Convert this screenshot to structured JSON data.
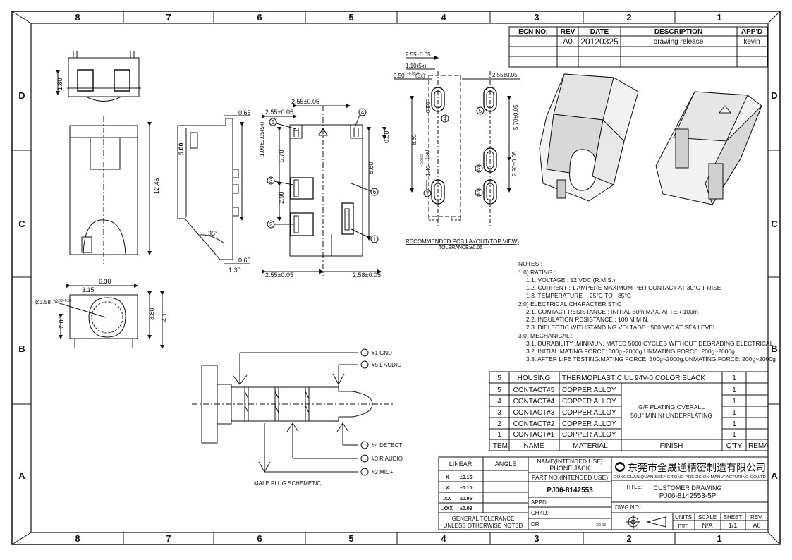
{
  "frame": {
    "cols_top": [
      "8",
      "7",
      "6",
      "5",
      "4",
      "3",
      "2",
      "1"
    ],
    "cols_bottom": [
      "8",
      "7",
      "6",
      "5",
      "4",
      "3",
      "2",
      "1"
    ],
    "rows_left": [
      "D",
      "C",
      "B",
      "A"
    ],
    "rows_right": [
      "D",
      "C",
      "B",
      "A"
    ]
  },
  "revision_table": {
    "headers": [
      "ECN NO.",
      "REV",
      "DATE",
      "DESCRIPTION",
      "APP'D"
    ],
    "row": {
      "ecn": "",
      "rev": "A0",
      "date": "20120325",
      "description": "drawing release",
      "appd": "kevin"
    }
  },
  "dimensions": {
    "d1_80": "1.80",
    "d12_45": "12.45",
    "d0_65a": "0.65",
    "d0_65b": "0.65",
    "d1_30": "1.30",
    "d5_00": "5.00",
    "d1_00x5": "1.00±0.05(5x)",
    "d35": "35°",
    "d6_30": "6.30",
    "d3_15": "3.15",
    "d3_58": "Ø3.58",
    "d3_58_tol": "+0.08 -0.05",
    "d2_00": "2.00",
    "d3_80": "3.80",
    "d4_10": "4.10",
    "f_2_55_top": "2.55±0.05",
    "f_2_55_left": "2.55±0.05",
    "f_5_70": "5.70",
    "f_2_90": "2.90",
    "f_8_60": "8.60",
    "f_0_50": "0.50",
    "f_2_55_bot": "2.55±0.05",
    "f_2_58_bot": "2.58±0.05",
    "p_2_55a": "2.55±0.05",
    "p_1_10": "1.10(5x)",
    "p_0_50": "0.50",
    "p_0_50_tol": "+0.05 0",
    "p_0_50_suffix": "(5x)",
    "p_2_55b": "2.55±0.05",
    "p_0_50v": "0.50",
    "p_8_60": "8.60",
    "p_1_40": "1.40",
    "p_1_40_tol": "+0.05 0",
    "p_1_40_suffix": "(5x)",
    "p_5_70": "5.70±0.05",
    "p_2_90": "2.90±0.05"
  },
  "pin_labels": {
    "p1": "1",
    "p2": "2",
    "p3": "3",
    "p4": "4",
    "p5": "5",
    "p6": "6"
  },
  "pcb": {
    "title": "RECOMMENDED PCB LAYOUT(TOP VIEW)",
    "tolerance": "TOLERANCE:±0.05"
  },
  "notes": {
    "title": "NOTES :",
    "lines": [
      "1.0) RATING :",
      "1.1. VOLTAGE : 12 VDC (R.M.S.)",
      "1.2. CURRENT : 1 AMPERE MAXIMUM PER CONTACT AT 30°C  T-RISE",
      "1.3. TEMPERATURE : -25°C TO +85°C",
      "2.0) ELECTRICAL CHARACTERISTIC",
      "2.1. CONTACT RESISTANCE : INITIAL 50m MAX. AFTER 100m",
      "2.2. INSULATION RESISTANCE : 100 M  MIN.",
      "2.3. DIELECTIC WITHSTANDING VOLTAGE : 500 VAC AT SEA LEVEL",
      "3.0) MECHANICAL :",
      "3.1. DURABILITY ,MINIMUN: MATED 5000 CYCLES WITHOUT DEGRADING ELECTRICAL",
      "3.2. INITIAL:MATING FORCE: 300g~2000g.UNMATING FORCE: 200g~2000g",
      "3.3. AFTER LIFE TESTING:MATING FORCE: 300g~2000g.UNMATING FORCE: 200g~2000g"
    ]
  },
  "plug": {
    "caption": "MALE PLUG SCHEMETIC",
    "labels": [
      "#1 GND",
      "#5 L AUDIO",
      "#4 DETECT",
      "#3 R AUDIO",
      "#2 MIC+"
    ]
  },
  "bom": {
    "headers": [
      "ITEM",
      "NAME",
      "MATERIAL",
      "FINISH",
      "Q'TY",
      "REMA"
    ],
    "rows": [
      {
        "item": "5",
        "name": "HOUSING",
        "material": "THERMOPLASTIC,UL 94V-0,COLOR:BLACK",
        "qty": "1"
      },
      {
        "item": "5",
        "name": "CONTACT#5",
        "material": "COPPER ALLOY",
        "qty": "1"
      },
      {
        "item": "4",
        "name": "CONTACT#4",
        "material": "COPPER ALLOY",
        "qty": "1"
      },
      {
        "item": "3",
        "name": "CONTACT#3",
        "material": "COPPER ALLOY",
        "qty": "1"
      },
      {
        "item": "2",
        "name": "CONTACT#2",
        "material": "COPPER ALLOY",
        "qty": "1"
      },
      {
        "item": "1",
        "name": "CONTACT#1",
        "material": "COPPER ALLOY",
        "qty": "1"
      }
    ],
    "finish_line1": "G/F PLATING OVERALL",
    "finish_line2": "50U\" MIN,NI UNDERPLATING"
  },
  "title_block": {
    "linear": "LINEAR",
    "angle": "ANGLE",
    "tolerances": [
      {
        "k": "X",
        "v": "±0.15"
      },
      {
        "k": ".X",
        "v": "±0.10"
      },
      {
        "k": ".XX",
        "v": "±0.05"
      },
      {
        "k": ".XXX",
        "v": "±0.03"
      }
    ],
    "general1": "GENERAL TOLERANCE",
    "general2": "UNLESS OTHERWISE NOTED",
    "name_label": "NAME(INTENDED USE)",
    "name_value": "PHONE JACK",
    "part_label": "PART NO.(INTENDED USE)",
    "part_value": "PJ06-8142553",
    "appd": "APPD:",
    "chkd": "CHKD:",
    "dr": "DR:",
    "dr_date": "3/9-16",
    "company_cn": "东莞市全晟通精密制造有限公司",
    "company_en": "DONGGUAN QUAN SHENG TONG PRECISION  MANUFACTURING CO.LTD",
    "title_label": "TITLE:",
    "title_value": "CUSTOMER DRAWING",
    "title_part": "PJ06-8142553-5P",
    "dwg_no": "DWG NO.:",
    "units_label": "UNITS",
    "units_value": "mm",
    "scale_label": "SCALE",
    "scale_value": "N/A",
    "sheet_label": "SHEET",
    "sheet_value": "1/1",
    "rev_label": "REV.",
    "rev_value": "A0"
  }
}
